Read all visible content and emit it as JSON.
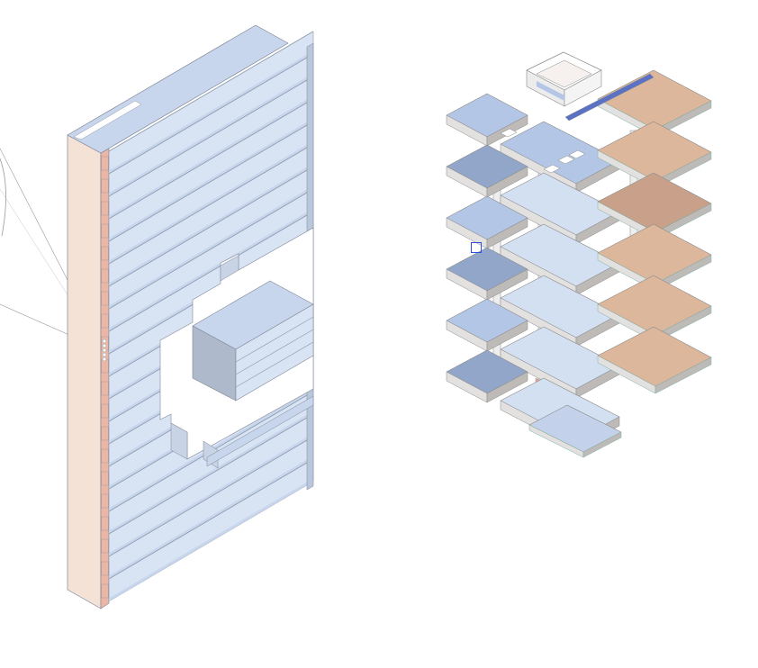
{
  "drawing": {
    "left_model": {
      "name": "slab-block-isometric",
      "floor_count": 20,
      "colors": {
        "slab_top": "#c7d6ec",
        "slab_front": "#d8e4f4",
        "slab_edge": "#8f9cb0",
        "facade": "#f5e2d7",
        "facade_strip": "#eab7a6",
        "outline": "#7e8696"
      }
    },
    "right_model": {
      "name": "tower-exploded-isometric",
      "level_count": 6,
      "colors": {
        "floor_blue": "#b4c6e6",
        "floor_blue_dark": "#92a6c9",
        "floor_tan": "#ddb79c",
        "floor_tan_dark": "#c9a08a",
        "slab_side": "#e3e1e0",
        "slab_shadow": "#bdbab8",
        "glass_edge": "#7fb0a2",
        "column": "#eeeeee",
        "stair_red": "#e9a598",
        "roof_band": "#5b72c4",
        "outline": "#8a8a8a"
      }
    },
    "annotation": {
      "name": "sight-lines",
      "line_color": "#9a9a9a"
    },
    "selection": {
      "name": "selection-handle",
      "color": "#2b4ee0"
    }
  }
}
